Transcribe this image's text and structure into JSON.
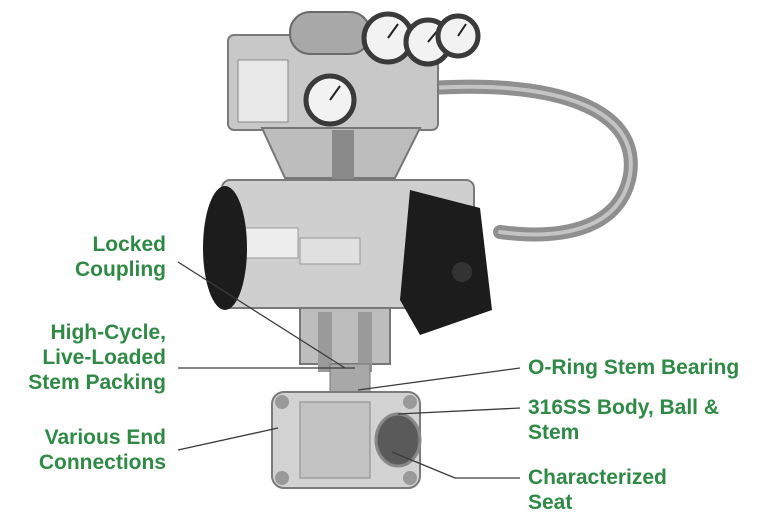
{
  "colors": {
    "label_text": "#2e8a45",
    "leader_line": "#3a3a3a",
    "metal_light": "#d9d9d9",
    "metal_mid": "#b5b5b5",
    "metal_dark": "#7a7a7a",
    "actuator_black": "#1c1c1c",
    "tube_gray": "#8f8f8f"
  },
  "labels": {
    "locked_coupling": [
      "Locked",
      "Coupling"
    ],
    "stem_packing": [
      "High-Cycle,",
      "Live-Loaded",
      "Stem Packing"
    ],
    "end_connections": [
      "Various End",
      "Connections"
    ],
    "oring_bearing": [
      "O-Ring Stem Bearing"
    ],
    "body_ball_stem": [
      "316SS Body, Ball &",
      "Stem"
    ],
    "characterized_seat": [
      "Characterized",
      "Seat"
    ]
  }
}
